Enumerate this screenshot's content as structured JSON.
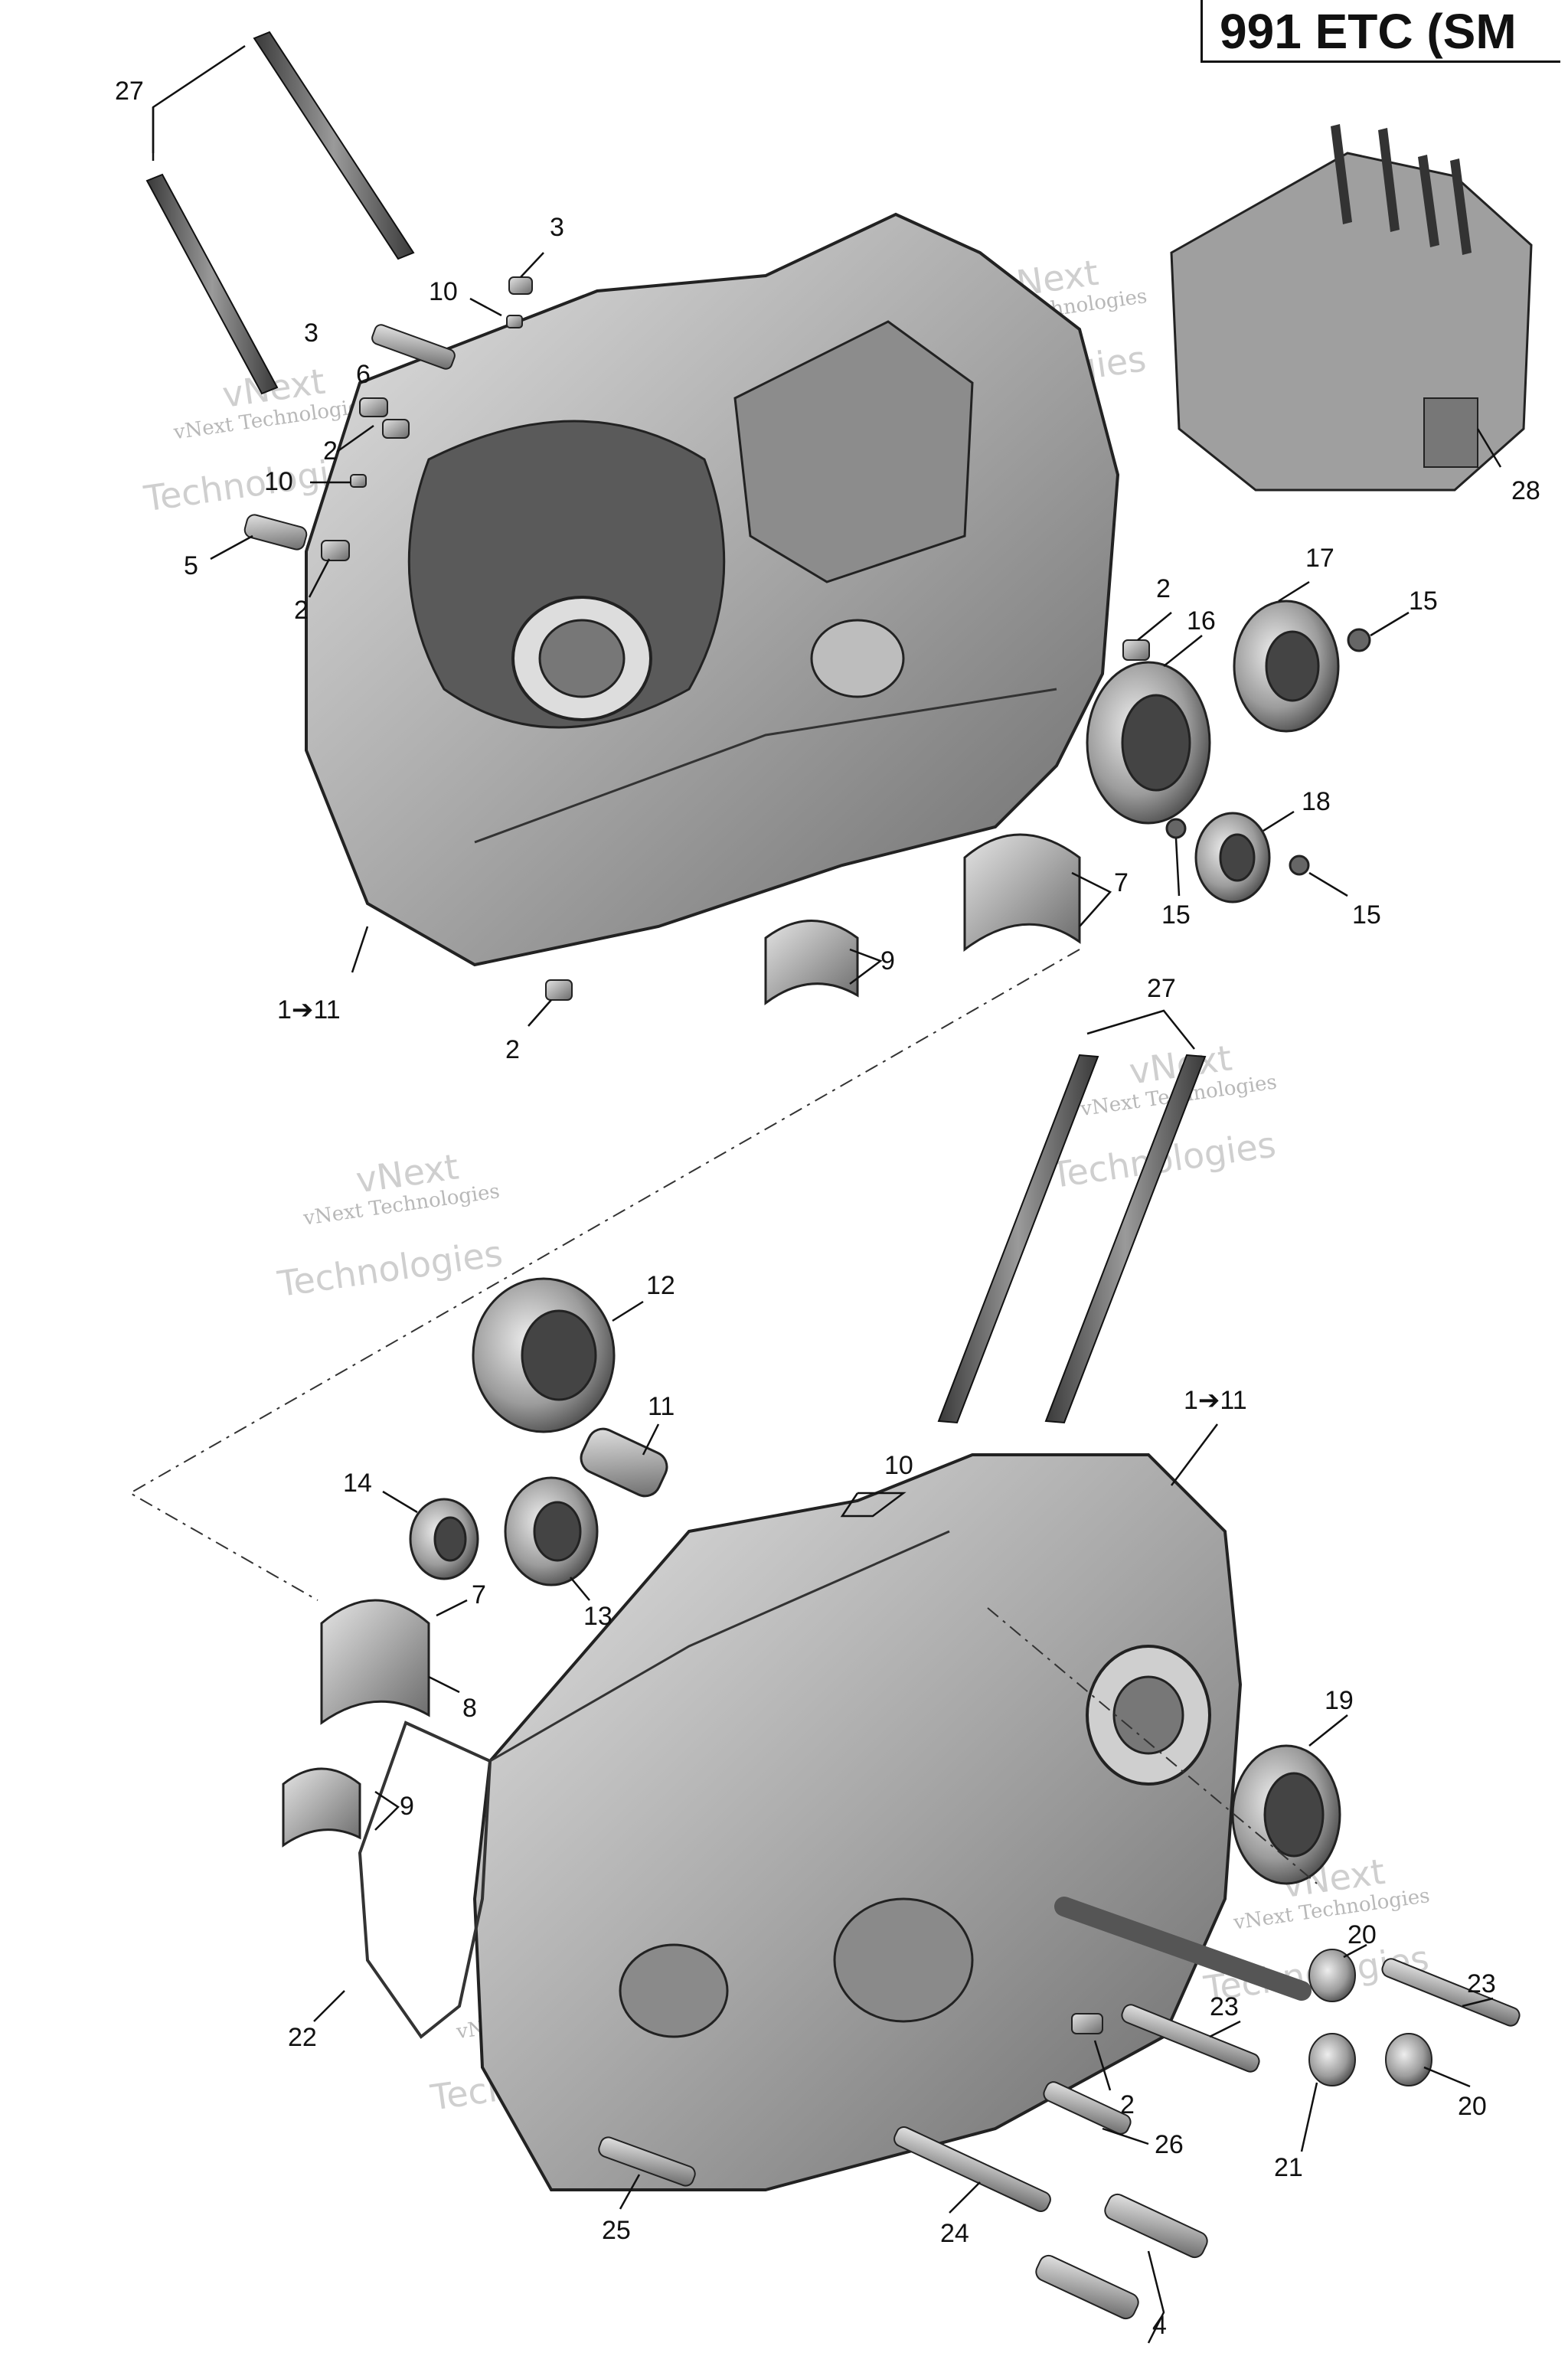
{
  "diagram": {
    "title": "991 ETC (SM",
    "watermark": {
      "small": "vNext Technologies",
      "large1": "vNext",
      "large2": "Technologies"
    },
    "callouts": [
      {
        "id": "c27a",
        "text": "27"
      },
      {
        "id": "c3a",
        "text": "3"
      },
      {
        "id": "c10a",
        "text": "10"
      },
      {
        "id": "c3b",
        "text": "3"
      },
      {
        "id": "c6",
        "text": "6"
      },
      {
        "id": "c2a",
        "text": "2"
      },
      {
        "id": "c10b",
        "text": "10"
      },
      {
        "id": "c5",
        "text": "5"
      },
      {
        "id": "c2b",
        "text": "2"
      },
      {
        "id": "c28",
        "text": "28"
      },
      {
        "id": "c2c",
        "text": "2"
      },
      {
        "id": "c17",
        "text": "17"
      },
      {
        "id": "c15a",
        "text": "15"
      },
      {
        "id": "c16",
        "text": "16"
      },
      {
        "id": "c18",
        "text": "18"
      },
      {
        "id": "c7a",
        "text": "7"
      },
      {
        "id": "c15b",
        "text": "15"
      },
      {
        "id": "c15c",
        "text": "15"
      },
      {
        "id": "c9a",
        "text": "9"
      },
      {
        "id": "c111a",
        "text": "1➔11"
      },
      {
        "id": "c2d",
        "text": "2"
      },
      {
        "id": "c27b",
        "text": "27"
      },
      {
        "id": "c12",
        "text": "12"
      },
      {
        "id": "c11",
        "text": "11"
      },
      {
        "id": "c111b",
        "text": "1➔11"
      },
      {
        "id": "c10c",
        "text": "10"
      },
      {
        "id": "c14",
        "text": "14"
      },
      {
        "id": "c13",
        "text": "13"
      },
      {
        "id": "c7b",
        "text": "7"
      },
      {
        "id": "c8",
        "text": "8"
      },
      {
        "id": "c19",
        "text": "19"
      },
      {
        "id": "c9b",
        "text": "9"
      },
      {
        "id": "c20a",
        "text": "20"
      },
      {
        "id": "c23a",
        "text": "23"
      },
      {
        "id": "c23b",
        "text": "23"
      },
      {
        "id": "c22",
        "text": "22"
      },
      {
        "id": "c2e",
        "text": "2"
      },
      {
        "id": "c21",
        "text": "21"
      },
      {
        "id": "c20b",
        "text": "20"
      },
      {
        "id": "c26",
        "text": "26"
      },
      {
        "id": "c25",
        "text": "25"
      },
      {
        "id": "c24",
        "text": "24"
      },
      {
        "id": "c4",
        "text": "4"
      }
    ],
    "colors": {
      "metal": "#9a9a9a",
      "metal_dark": "#4a4a4a",
      "metal_light": "#d4d4d4",
      "line": "#111111"
    }
  }
}
